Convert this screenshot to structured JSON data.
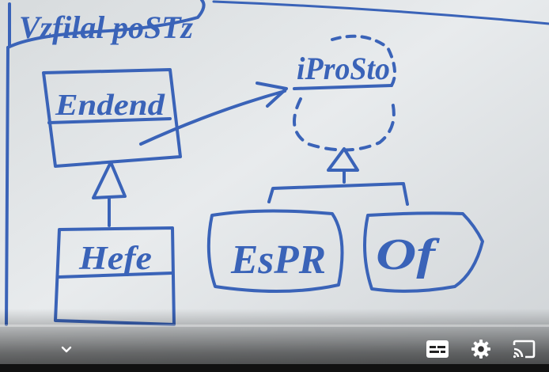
{
  "player": {
    "progress_fraction": 0.0,
    "controls": {
      "chevron": "chevron-down-icon",
      "captions": "subtitles-icon",
      "settings": "gear-icon",
      "cast": "cast-icon"
    }
  },
  "whiteboard": {
    "title": "Vzfilal poSTz",
    "class_top": "Endend",
    "interface": "iProSto",
    "class_bottom": "Hefe",
    "box_left": "EsPR",
    "box_right": "Of"
  },
  "colors": {
    "marker": "#3a63b8",
    "board": "#e4e8ea"
  }
}
